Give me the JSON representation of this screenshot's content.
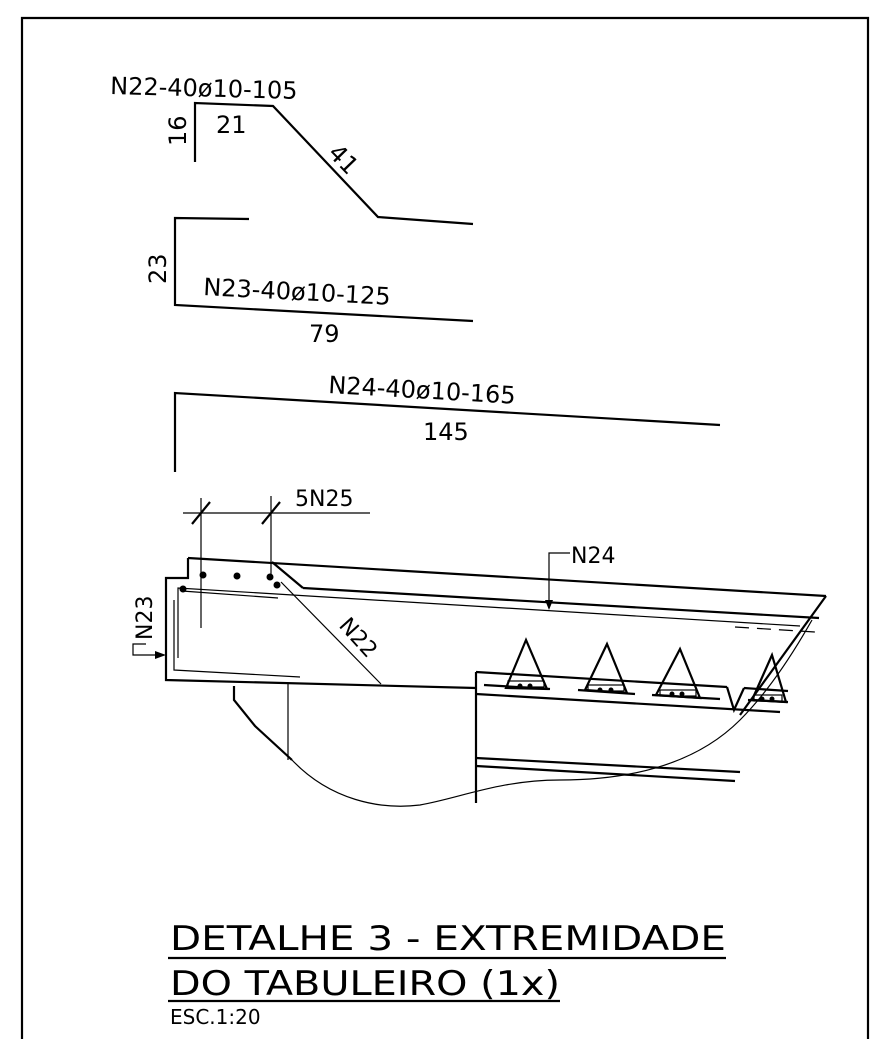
{
  "bars": {
    "n22": {
      "label": "N22-40ø10-105",
      "dim_vertical": "16",
      "dim_top": "21",
      "dim_slope": "41"
    },
    "n23": {
      "label": "N23-40ø10-125",
      "dim_vertical": "23",
      "dim_bottom": "79"
    },
    "n24": {
      "label": "N24-40ø10-165",
      "dim_length": "145"
    }
  },
  "section": {
    "callout_5n25": "5N25",
    "callout_n24": "N24",
    "callout_n23": "N23",
    "callout_n22": "N22"
  },
  "title": {
    "line1": "DETALHE 3 - EXTREMIDADE",
    "line2": "DO TABULEIRO (1x)",
    "scale": "ESC.1:20"
  }
}
